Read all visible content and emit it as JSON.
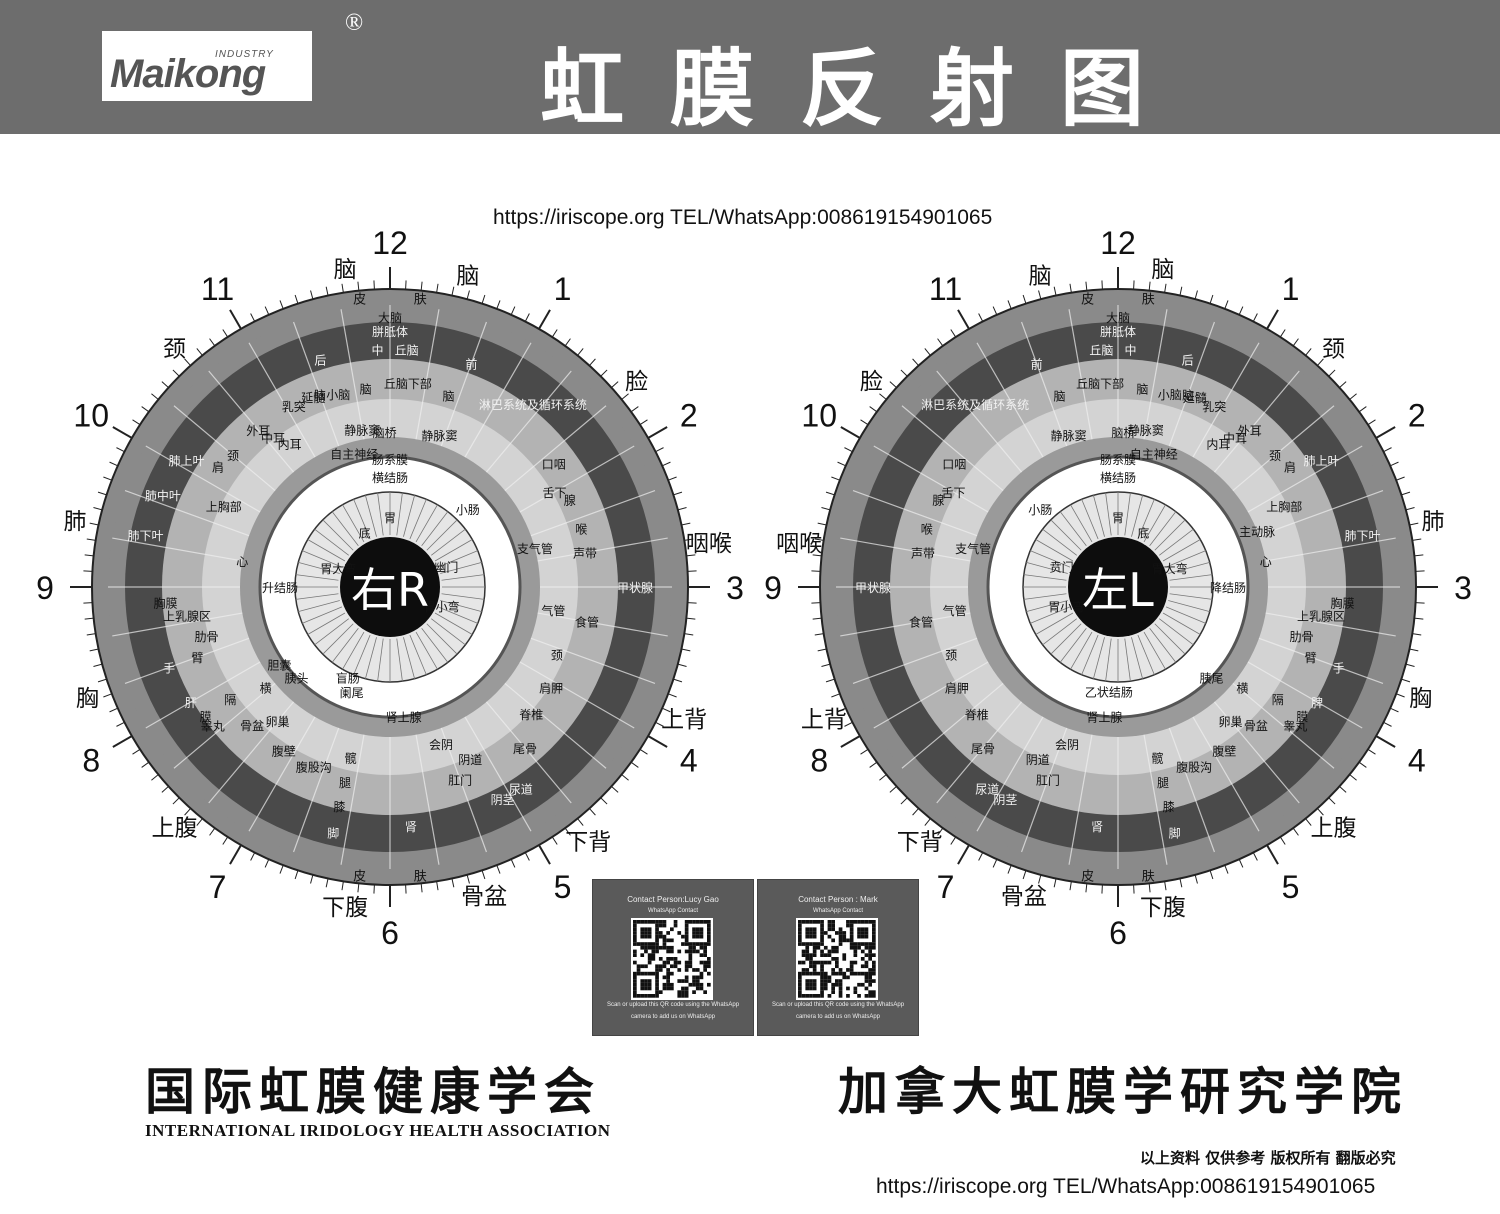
{
  "header": {
    "logo_industry": "INDUSTRY",
    "logo_text": "Maikong",
    "logo_reg": "®",
    "title": "虹膜反射图"
  },
  "urls": {
    "top": "https://iriscope.org TEL/WhatsApp:008619154901065",
    "bottom": "https://iriscope.org TEL/WhatsApp:008619154901065"
  },
  "colors": {
    "header": "#6d6d6d",
    "ring_outer": "#8a8a8a",
    "ring_dark": "#4a4a4a",
    "ring_mid": "#b3b3b3",
    "ring_light": "#d3d3d3",
    "pupil": "#0d0d0d"
  },
  "charts": {
    "right": {
      "center_label": "右R",
      "clock_numbers": [
        "12",
        "1",
        "2",
        "3",
        "4",
        "5",
        "6",
        "7",
        "8",
        "9",
        "10",
        "11"
      ],
      "outer_labels": [
        {
          "text": "脑",
          "deg": -8
        },
        {
          "text": "脑",
          "deg": 14
        },
        {
          "text": "脸",
          "deg": 50
        },
        {
          "text": "咽喉",
          "deg": 82
        },
        {
          "text": "上背",
          "deg": 114
        },
        {
          "text": "下背",
          "deg": 142
        },
        {
          "text": "骨盆",
          "deg": 163
        },
        {
          "text": "下腹",
          "deg": 188
        },
        {
          "text": "上腹",
          "deg": 222
        },
        {
          "text": "胸",
          "deg": 250
        },
        {
          "text": "肺",
          "deg": 282
        },
        {
          "text": "颈",
          "deg": 318
        }
      ],
      "skin": [
        "皮",
        "肤"
      ],
      "ring_labels": [
        {
          "text": "大脑",
          "deg": 0,
          "r": 270
        },
        {
          "text": "胼胝体",
          "deg": 0,
          "r": 256
        },
        {
          "text": "中",
          "deg": -3,
          "r": 238
        },
        {
          "text": "丘脑",
          "deg": 4,
          "r": 238
        },
        {
          "text": "后",
          "deg": -17,
          "r": 238
        },
        {
          "text": "前",
          "deg": 20,
          "r": 238
        },
        {
          "text": "丘脑下部",
          "deg": 5,
          "r": 205
        },
        {
          "text": "脑",
          "deg": -7,
          "r": 200
        },
        {
          "text": "脑",
          "deg": -20,
          "r": 205
        },
        {
          "text": "脑",
          "deg": 17,
          "r": 200
        },
        {
          "text": "淋巴系统及循环系统",
          "deg": 38,
          "r": 232
        },
        {
          "text": "静脉窦",
          "deg": -10,
          "r": 160
        },
        {
          "text": "静脉窦",
          "deg": 18,
          "r": 160
        },
        {
          "text": "脑桥",
          "deg": -2,
          "r": 155
        },
        {
          "text": "自主神经",
          "deg": -15,
          "r": 138
        },
        {
          "text": "肠系膜",
          "deg": 0,
          "r": 128
        },
        {
          "text": "舌下",
          "deg": 60,
          "r": 190
        },
        {
          "text": "口咽",
          "deg": 53,
          "r": 205
        },
        {
          "text": "腺",
          "deg": 64,
          "r": 200
        },
        {
          "text": "喉",
          "deg": 73,
          "r": 200
        },
        {
          "text": "声带",
          "deg": 80,
          "r": 198
        },
        {
          "text": "甲状腺",
          "deg": 90,
          "r": 245
        },
        {
          "text": "支气管",
          "deg": 75,
          "r": 150
        },
        {
          "text": "气管",
          "deg": 98,
          "r": 165
        },
        {
          "text": "食管",
          "deg": 100,
          "r": 200
        },
        {
          "text": "颈",
          "deg": 112,
          "r": 180
        },
        {
          "text": "肩胛",
          "deg": 122,
          "r": 190
        },
        {
          "text": "脊椎",
          "deg": 132,
          "r": 190
        },
        {
          "text": "尾骨",
          "deg": 140,
          "r": 210
        },
        {
          "text": "肾上腺",
          "deg": 174,
          "r": 130
        },
        {
          "text": "肾",
          "deg": 175,
          "r": 240
        },
        {
          "text": "会阴",
          "deg": 162,
          "r": 165
        },
        {
          "text": "阴道",
          "deg": 155,
          "r": 190
        },
        {
          "text": "阴茎",
          "deg": 152,
          "r": 240
        },
        {
          "text": "尿道",
          "deg": 147,
          "r": 240
        },
        {
          "text": "肛门",
          "deg": 160,
          "r": 205
        },
        {
          "text": "髋",
          "deg": 193,
          "r": 175
        },
        {
          "text": "腿",
          "deg": 193,
          "r": 200
        },
        {
          "text": "膝",
          "deg": 193,
          "r": 225
        },
        {
          "text": "脚",
          "deg": 193,
          "r": 252
        },
        {
          "text": "腹股沟",
          "deg": 203,
          "r": 195
        },
        {
          "text": "腹壁",
          "deg": 213,
          "r": 195
        },
        {
          "text": "骨盆",
          "deg": 225,
          "r": 195
        },
        {
          "text": "卵巢",
          "deg": 220,
          "r": 175
        },
        {
          "text": "睾丸",
          "deg": 232,
          "r": 225
        },
        {
          "text": "横",
          "deg": 231,
          "r": 160
        },
        {
          "text": "隔",
          "deg": 235,
          "r": 195
        },
        {
          "text": "膜",
          "deg": 235,
          "r": 225
        },
        {
          "text": "肝",
          "deg": 240,
          "r": 230
        },
        {
          "text": "胆囊",
          "deg": 235,
          "r": 135
        },
        {
          "text": "胰头",
          "deg": 226,
          "r": 130
        },
        {
          "text": "手",
          "deg": 250,
          "r": 235
        },
        {
          "text": "臂",
          "deg": 250,
          "r": 205
        },
        {
          "text": "肋骨",
          "deg": 255,
          "r": 190
        },
        {
          "text": "胸膜",
          "deg": 266,
          "r": 225
        },
        {
          "text": "上乳腺区",
          "deg": 262,
          "r": 205
        },
        {
          "text": "肺下叶",
          "deg": 282,
          "r": 250
        },
        {
          "text": "肺中叶",
          "deg": 292,
          "r": 245
        },
        {
          "text": "肺上叶",
          "deg": 302,
          "r": 240
        },
        {
          "text": "上胸部",
          "deg": 296,
          "r": 185
        },
        {
          "text": "心",
          "deg": 280,
          "r": 150
        },
        {
          "text": "肩",
          "deg": 305,
          "r": 210
        },
        {
          "text": "颈",
          "deg": 310,
          "r": 205
        },
        {
          "text": "内耳",
          "deg": 325,
          "r": 175
        },
        {
          "text": "外耳",
          "deg": 320,
          "r": 205
        },
        {
          "text": "中耳",
          "deg": 322,
          "r": 190
        },
        {
          "text": "乳突",
          "deg": 332,
          "r": 205
        },
        {
          "text": "延髓",
          "deg": 338,
          "r": 205
        },
        {
          "text": "小脑",
          "deg": 345,
          "r": 200
        },
        {
          "text": "升结肠",
          "deg": 270,
          "r": 110
        },
        {
          "text": "横结肠",
          "deg": 0,
          "r": 110
        },
        {
          "text": "小肠",
          "deg": 45,
          "r": 110
        },
        {
          "text": "盲肠",
          "deg": 205,
          "r": 100
        },
        {
          "text": "阑尾",
          "deg": 200,
          "r": 112
        },
        {
          "text": "胃",
          "deg": 0,
          "r": 70
        },
        {
          "text": "底",
          "deg": -25,
          "r": 60
        },
        {
          "text": "胃大弯",
          "deg": -70,
          "r": 55
        },
        {
          "text": "幽门",
          "deg": 70,
          "r": 60
        },
        {
          "text": "胃小弯",
          "deg": 110,
          "r": 55
        }
      ]
    },
    "left": {
      "center_label": "左L",
      "clock_numbers": [
        "12",
        "1",
        "2",
        "3",
        "4",
        "5",
        "6",
        "7",
        "8",
        "9",
        "10",
        "11"
      ],
      "outer_labels": [
        {
          "text": "脑",
          "deg": -14
        },
        {
          "text": "脑",
          "deg": 8
        },
        {
          "text": "颈",
          "deg": 42
        },
        {
          "text": "肺",
          "deg": 78
        },
        {
          "text": "胸",
          "deg": 110
        },
        {
          "text": "上腹",
          "deg": 138
        },
        {
          "text": "下腹",
          "deg": 172
        },
        {
          "text": "骨盆",
          "deg": 197
        },
        {
          "text": "下背",
          "deg": 218
        },
        {
          "text": "上背",
          "deg": 246
        },
        {
          "text": "咽喉",
          "deg": 278
        },
        {
          "text": "脸",
          "deg": 310
        }
      ],
      "skin": [
        "皮",
        "肤"
      ],
      "ring_labels": [
        {
          "text": "大脑",
          "deg": 0,
          "r": 270
        },
        {
          "text": "胼胝体",
          "deg": 0,
          "r": 256
        },
        {
          "text": "中",
          "deg": 3,
          "r": 238
        },
        {
          "text": "丘脑",
          "deg": -4,
          "r": 238
        },
        {
          "text": "后",
          "deg": 17,
          "r": 238
        },
        {
          "text": "前",
          "deg": -20,
          "r": 238
        },
        {
          "text": "丘脑下部",
          "deg": -5,
          "r": 205
        },
        {
          "text": "脑",
          "deg": 7,
          "r": 200
        },
        {
          "text": "脑",
          "deg": 20,
          "r": 205
        },
        {
          "text": "脑",
          "deg": -17,
          "r": 200
        },
        {
          "text": "淋巴系统及循环系统",
          "deg": -38,
          "r": 232
        },
        {
          "text": "静脉窦",
          "deg": 10,
          "r": 160
        },
        {
          "text": "静脉窦",
          "deg": -18,
          "r": 160
        },
        {
          "text": "脑桥",
          "deg": 2,
          "r": 155
        },
        {
          "text": "自主神经",
          "deg": 15,
          "r": 138
        },
        {
          "text": "肠系膜",
          "deg": 0,
          "r": 128
        },
        {
          "text": "舌下",
          "deg": -60,
          "r": 190
        },
        {
          "text": "口咽",
          "deg": -53,
          "r": 205
        },
        {
          "text": "腺",
          "deg": -64,
          "r": 200
        },
        {
          "text": "喉",
          "deg": -73,
          "r": 200
        },
        {
          "text": "声带",
          "deg": -80,
          "r": 198
        },
        {
          "text": "甲状腺",
          "deg": -90,
          "r": 245
        },
        {
          "text": "支气管",
          "deg": -75,
          "r": 150
        },
        {
          "text": "气管",
          "deg": -98,
          "r": 165
        },
        {
          "text": "食管",
          "deg": -100,
          "r": 200
        },
        {
          "text": "颈",
          "deg": -112,
          "r": 180
        },
        {
          "text": "肩胛",
          "deg": -122,
          "r": 190
        },
        {
          "text": "脊椎",
          "deg": -132,
          "r": 190
        },
        {
          "text": "尾骨",
          "deg": -140,
          "r": 210
        },
        {
          "text": "肾上腺",
          "deg": -174,
          "r": 130
        },
        {
          "text": "肾",
          "deg": -175,
          "r": 240
        },
        {
          "text": "会阴",
          "deg": -162,
          "r": 165
        },
        {
          "text": "阴道",
          "deg": -155,
          "r": 190
        },
        {
          "text": "阴茎",
          "deg": -152,
          "r": 240
        },
        {
          "text": "尿道",
          "deg": -147,
          "r": 240
        },
        {
          "text": "肛门",
          "deg": -160,
          "r": 205
        },
        {
          "text": "髋",
          "deg": -193,
          "r": 175
        },
        {
          "text": "腿",
          "deg": -193,
          "r": 200
        },
        {
          "text": "膝",
          "deg": -193,
          "r": 225
        },
        {
          "text": "脚",
          "deg": -193,
          "r": 252
        },
        {
          "text": "腹股沟",
          "deg": -203,
          "r": 195
        },
        {
          "text": "腹壁",
          "deg": -213,
          "r": 195
        },
        {
          "text": "骨盆",
          "deg": -225,
          "r": 195
        },
        {
          "text": "卵巢",
          "deg": -220,
          "r": 175
        },
        {
          "text": "睾丸",
          "deg": -232,
          "r": 225
        },
        {
          "text": "横",
          "deg": -231,
          "r": 160
        },
        {
          "text": "隔",
          "deg": -235,
          "r": 195
        },
        {
          "text": "膜",
          "deg": -235,
          "r": 225
        },
        {
          "text": "脾",
          "deg": -240,
          "r": 230
        },
        {
          "text": "胰尾",
          "deg": -226,
          "r": 130
        },
        {
          "text": "手",
          "deg": -250,
          "r": 235
        },
        {
          "text": "臂",
          "deg": -250,
          "r": 205
        },
        {
          "text": "肋骨",
          "deg": -255,
          "r": 190
        },
        {
          "text": "胸膜",
          "deg": -266,
          "r": 225
        },
        {
          "text": "上乳腺区",
          "deg": -262,
          "r": 205
        },
        {
          "text": "肺下叶",
          "deg": -282,
          "r": 250
        },
        {
          "text": "肺上叶",
          "deg": -302,
          "r": 240
        },
        {
          "text": "上胸部",
          "deg": -296,
          "r": 185
        },
        {
          "text": "心",
          "deg": -280,
          "r": 150
        },
        {
          "text": "主动脉",
          "deg": -292,
          "r": 150
        },
        {
          "text": "肩",
          "deg": -305,
          "r": 210
        },
        {
          "text": "颈",
          "deg": -310,
          "r": 205
        },
        {
          "text": "内耳",
          "deg": -325,
          "r": 175
        },
        {
          "text": "外耳",
          "deg": -320,
          "r": 205
        },
        {
          "text": "中耳",
          "deg": -322,
          "r": 190
        },
        {
          "text": "乳突",
          "deg": -332,
          "r": 205
        },
        {
          "text": "延髓",
          "deg": -338,
          "r": 205
        },
        {
          "text": "小脑",
          "deg": -345,
          "r": 200
        },
        {
          "text": "降结肠",
          "deg": -270,
          "r": 110
        },
        {
          "text": "横结肠",
          "deg": 0,
          "r": 110
        },
        {
          "text": "小肠",
          "deg": -45,
          "r": 110
        },
        {
          "text": "乙状结肠",
          "deg": -175,
          "r": 105
        },
        {
          "text": "胃",
          "deg": 0,
          "r": 70
        },
        {
          "text": "底",
          "deg": 25,
          "r": 60
        },
        {
          "text": "胃大弯",
          "deg": 70,
          "r": 55
        },
        {
          "text": "贲门",
          "deg": -70,
          "r": 60
        },
        {
          "text": "胃小弯",
          "deg": -110,
          "r": 55
        }
      ]
    }
  },
  "qr_cards": [
    {
      "title": "Contact Person:Lucy Gao",
      "sub": "WhatsApp Contact",
      "cap1": "Scan or upload this QR code using the WhatsApp",
      "cap2": "camera to add us on WhatsApp"
    },
    {
      "title": "Contact Person : Mark",
      "sub": "WhatsApp Contact",
      "cap1": "Scan or upload this QR code using the WhatsApp",
      "cap2": "camera to add us on WhatsApp"
    }
  ],
  "footer": {
    "assoc_cn": "国际虹膜健康学会",
    "assoc_en": "INTERNATIONAL IRIDOLOGY HEALTH ASSOCIATION",
    "academy_cn": "加拿大虹膜学研究学院",
    "copyright": "以上资料 仅供参考 版权所有 翻版必究"
  }
}
